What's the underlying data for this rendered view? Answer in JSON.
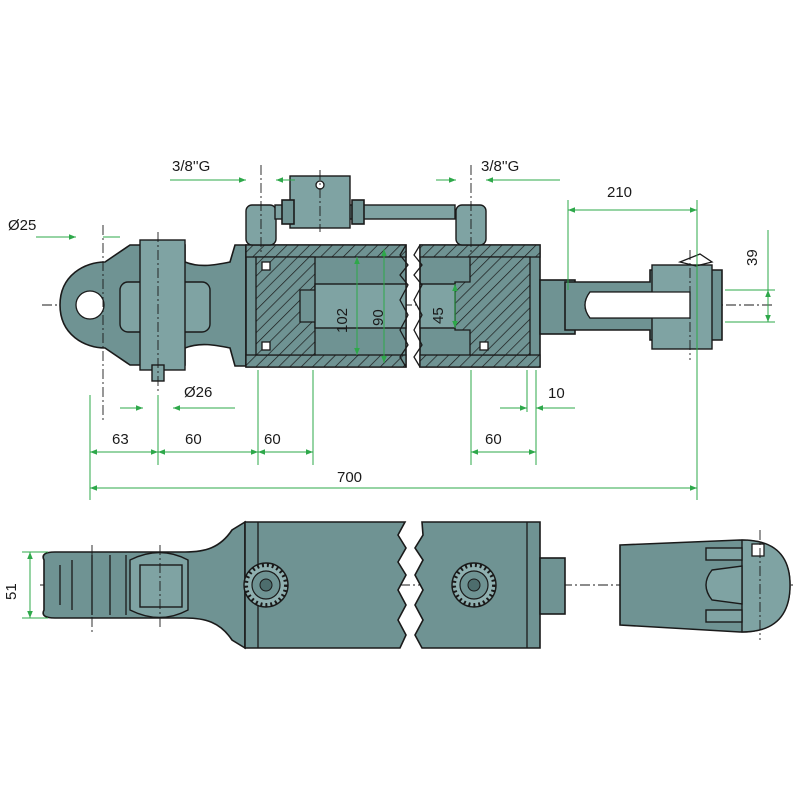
{
  "dimensions": {
    "port_left": "3/8''G",
    "port_right": "3/8''G",
    "eye_bore": "Ø25",
    "pin_diameter": "Ø26",
    "fork_length": "210",
    "fork_width": "39",
    "cyl_bore_outer": "102",
    "cyl_bore_inner": "90",
    "rod_diameter": "45",
    "gap_10": "10",
    "len_63": "63",
    "len_60a": "60",
    "len_60b": "60",
    "len_60c": "60",
    "overall": "700",
    "eye_thickness": "51"
  },
  "colors": {
    "body": "#6f9393",
    "dimension_line": "#2ea84a",
    "outline": "#1a1a1a"
  }
}
